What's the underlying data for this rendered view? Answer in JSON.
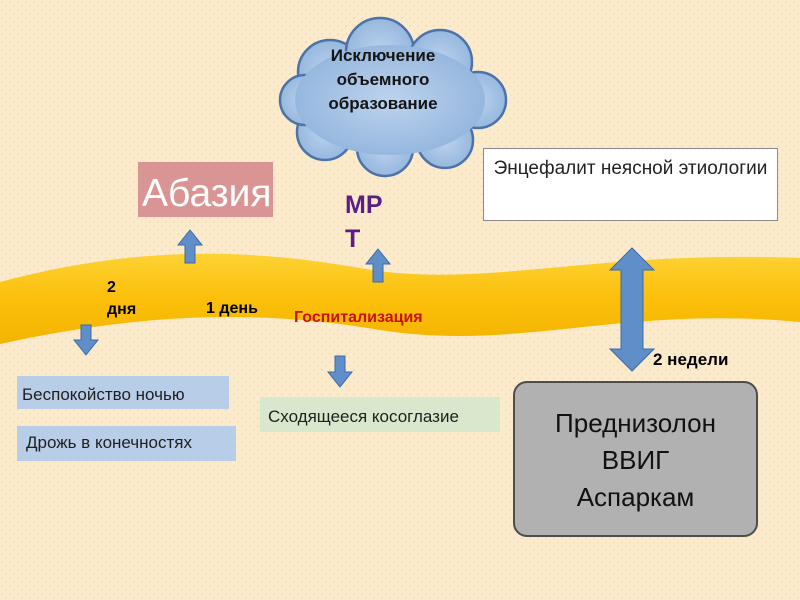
{
  "cloud": {
    "text": "Исключение объемного образование"
  },
  "abasia": {
    "text": "Абазия",
    "color": "#d99494"
  },
  "mrt": {
    "text": "МРТ",
    "color": "#5a1f86"
  },
  "timeline": {
    "day2": "2 дня",
    "day1": "1 день",
    "hospitalization": "Госпитализация",
    "weeks2": "2 недели"
  },
  "symptoms": {
    "restlessness": "Беспокойство ночью",
    "tremor": "Дрожь в конечностях",
    "squint": "Сходящееся косоглазие"
  },
  "diagnosis": {
    "text": "Энцефалит неясной этиологии"
  },
  "treatment": {
    "items": [
      "Преднизолон",
      "ВВИГ",
      "Аспаркам"
    ]
  },
  "colors": {
    "background": "#fbeacb",
    "band": "#fdc30d",
    "arrow": "#5f8ec9",
    "symptom_box": "#b8cde8",
    "squint_box": "#d9e8cc",
    "treatment_box": "#b1b1b1"
  }
}
